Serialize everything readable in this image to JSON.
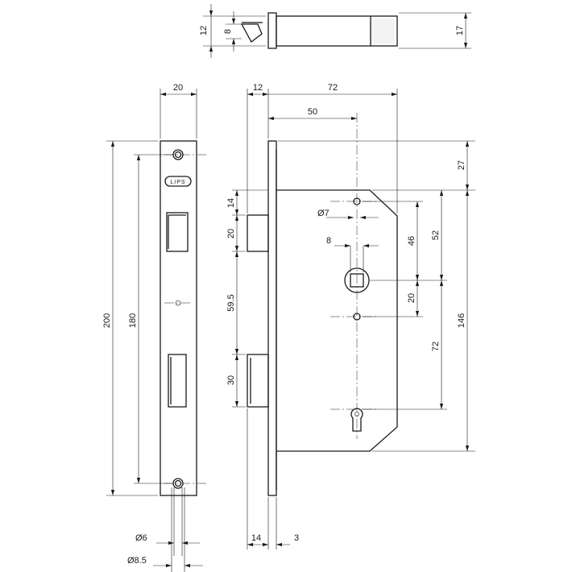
{
  "logo": {
    "text": "LIPS"
  },
  "dimensions": {
    "top_height": "12",
    "top_inner": "8",
    "top_right": "17",
    "faceplate_width": "20",
    "side_offset": "12",
    "case_depth": "72",
    "backset": "50",
    "top_gap": "27",
    "latch_top": "14",
    "latch_height": "20",
    "latch_to_bolt": "59.5",
    "bolt_height": "30",
    "total_height": "200",
    "screw_spacing": "180",
    "hole_dia": "Ø7",
    "spindle": "8",
    "hole_to_spindle": "46",
    "top_to_spindle": "52",
    "spindle_to_hole": "20",
    "spindle_to_key": "72",
    "case_height": "146",
    "screw_dia": "Ø6",
    "screw_head_dia": "Ø8.5",
    "plate_offset": "14",
    "plate_thickness": "3"
  }
}
